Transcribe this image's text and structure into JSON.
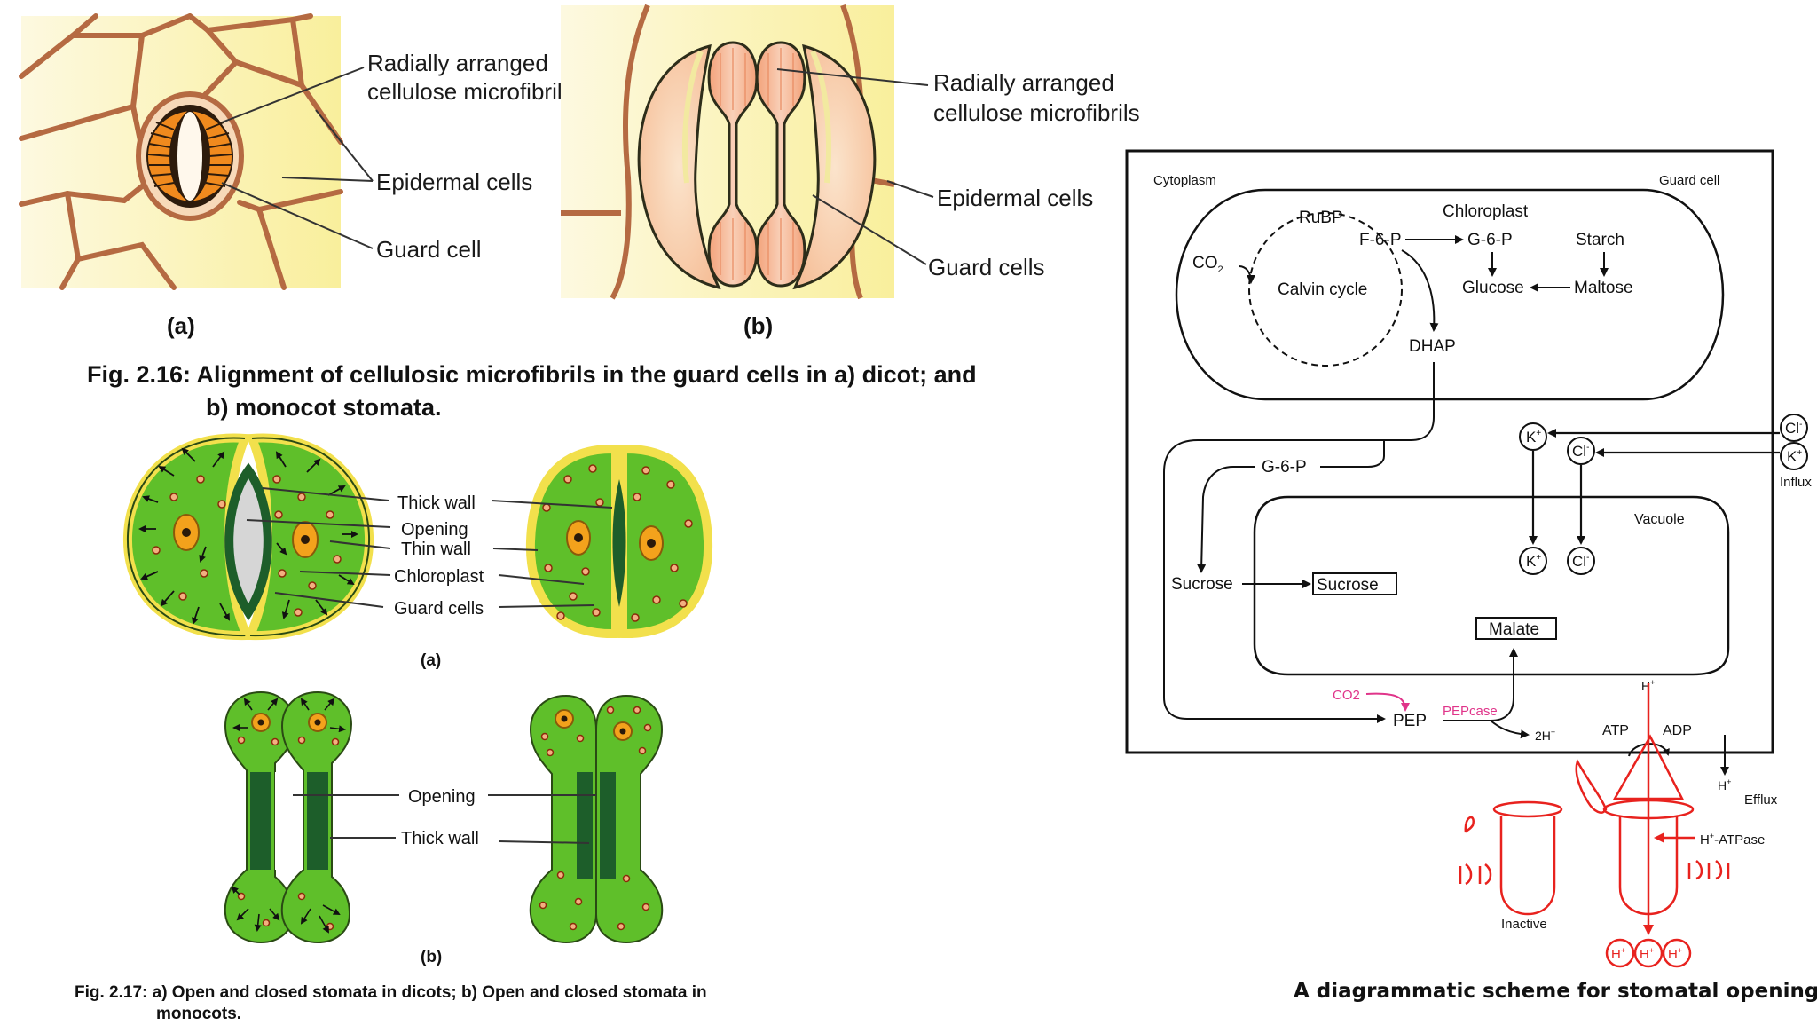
{
  "fig216": {
    "a": {
      "label_microfibrils_1": "Radially arranged",
      "label_microfibrils_2": "cellulose microfibrils",
      "label_epidermal": "Epidermal cells",
      "label_guard": "Guard cell",
      "panel": "(a)"
    },
    "b": {
      "label_microfibrils_1": "Radially arranged",
      "label_microfibrils_2": "cellulose microfibrils",
      "label_epidermal": "Epidermal cells",
      "label_guard": "Guard cells",
      "panel": "(b)"
    },
    "caption_line1": "Fig. 2.16: Alignment of cellulosic microfibrils in the guard cells in a) dicot; and",
    "caption_line2": "b) monocot stomata."
  },
  "fig217": {
    "labels_a": {
      "thick_wall": "Thick wall",
      "opening": "Opening",
      "thin_wall": "Thin wall",
      "chloroplast": "Chloroplast",
      "guard_cells": "Guard cells",
      "panel": "(a)"
    },
    "labels_b": {
      "opening": "Opening",
      "thick_wall": "Thick wall",
      "panel": "(b)"
    },
    "caption_line1": "Fig. 2.17: a) Open and closed stomata in dicots; b) Open and closed stomata in",
    "caption_line2": "monocots."
  },
  "scheme": {
    "cytoplasm": "Cytoplasm",
    "guard_cell": "Guard cell",
    "chloroplast": "Chloroplast",
    "rubp": "RuBP",
    "f6p": "F-6-P",
    "g6p_top": "G-6-P",
    "starch": "Starch",
    "co2": "CO",
    "co2_sub": "2",
    "calvin": "Calvin cycle",
    "glucose": "Glucose",
    "maltose": "Maltose",
    "dhap": "DHAP",
    "g6p": "G-6-P",
    "sucrose_left": "Sucrose",
    "sucrose_box": "Sucrose",
    "vacuole": "Vacuole",
    "malate": "Malate",
    "k_ion": "K",
    "cl_ion": "Cl",
    "influx": "Influx",
    "efflux": "Efflux",
    "co2_pink": "CO2",
    "pep": "PEP",
    "pepcase": "PEPcase",
    "two_h": "2H",
    "h_plus": "H",
    "atp": "ATP",
    "adp": "ADP",
    "h_atpase": "H",
    "h_atpase_rest": "-ATPase",
    "inactive": "Inactive",
    "caption": "A diagrammatic scheme for stomatal opening."
  },
  "colors": {
    "cell_wall": "#b56a42",
    "epidermis_bg": "#fbf4b2",
    "guard_green": "#5fbf2a",
    "thick_wall": "#1d5e2a",
    "nucleus": "#f3a21c",
    "pink": "#e0358a",
    "red": "#e8221e"
  }
}
